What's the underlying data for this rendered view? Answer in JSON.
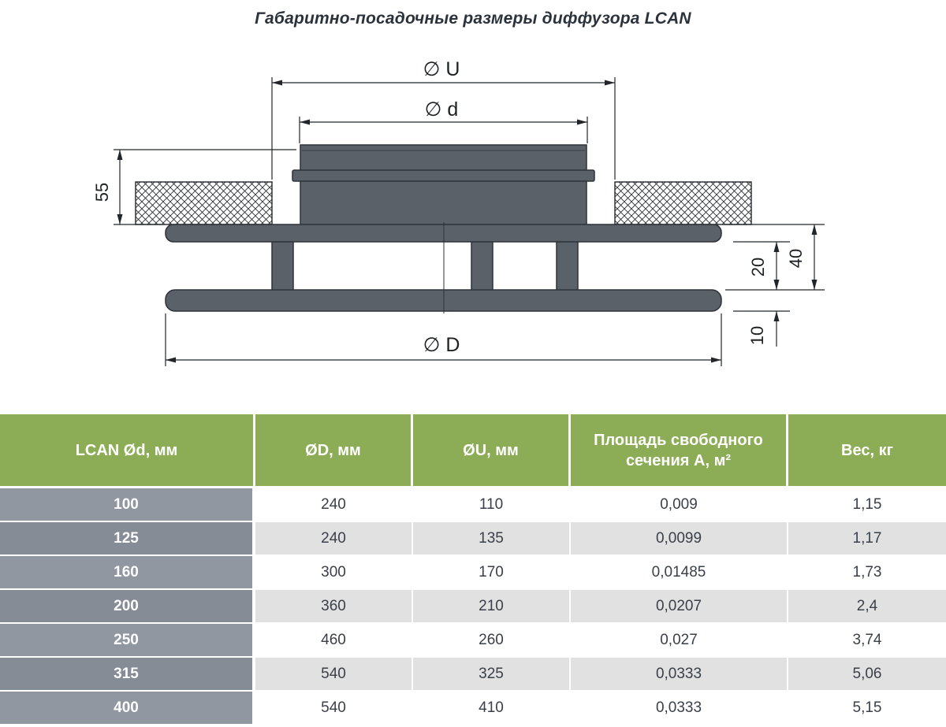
{
  "title": "Габаритно-посадочные размеры диффузора LCAN",
  "colors": {
    "header_green": "#8cad55",
    "row_white": "#ffffff",
    "row_gray_light": "#e1e1e1",
    "col1_gray_a": "#9097a1",
    "col1_gray_b": "#858c96",
    "metal_fill": "#5a6169",
    "line_dark": "#22262b",
    "text_dark": "#3a4049"
  },
  "drawing": {
    "labels": {
      "du": "∅ U",
      "dd": "∅ d",
      "dD": "∅ D",
      "h55": "55",
      "h20": "20",
      "h40": "40",
      "h10": "10"
    }
  },
  "table": {
    "headers": [
      "LCAN Ød, мм",
      "ØD, мм",
      "ØU, мм",
      "Площадь свободного сечения А, м²",
      "Вес, кг"
    ],
    "rows": [
      [
        "100",
        "240",
        "110",
        "0,009",
        "1,15"
      ],
      [
        "125",
        "240",
        "135",
        "0,0099",
        "1,17"
      ],
      [
        "160",
        "300",
        "170",
        "0,01485",
        "1,73"
      ],
      [
        "200",
        "360",
        "210",
        "0,0207",
        "2,4"
      ],
      [
        "250",
        "460",
        "260",
        "0,027",
        "3,74"
      ],
      [
        "315",
        "540",
        "325",
        "0,0333",
        "5,06"
      ],
      [
        "400",
        "540",
        "410",
        "0,0333",
        "5,15"
      ]
    ]
  }
}
